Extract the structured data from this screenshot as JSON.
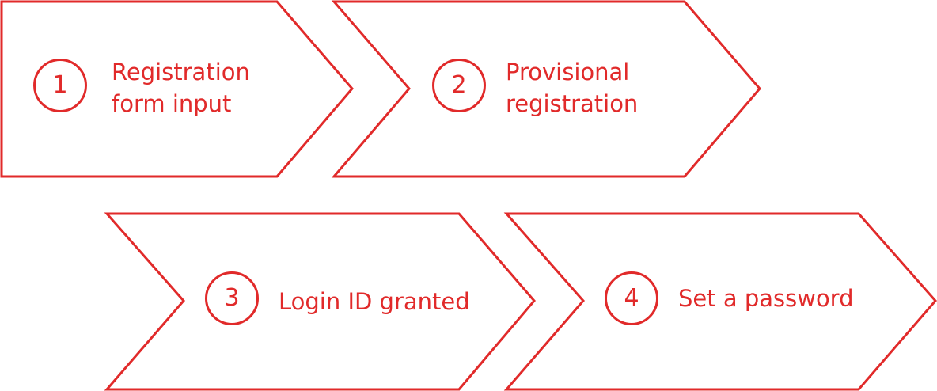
{
  "colors": {
    "accent": "#e12a2a",
    "background": "#ffffff"
  },
  "steps": [
    {
      "number": "1",
      "label_lines": [
        "Registration",
        "form input"
      ]
    },
    {
      "number": "2",
      "label_lines": [
        "Provisional",
        "registration"
      ]
    },
    {
      "number": "3",
      "label_lines": [
        "Login ID granted"
      ]
    },
    {
      "number": "4",
      "label_lines": [
        "Set a password"
      ]
    }
  ]
}
